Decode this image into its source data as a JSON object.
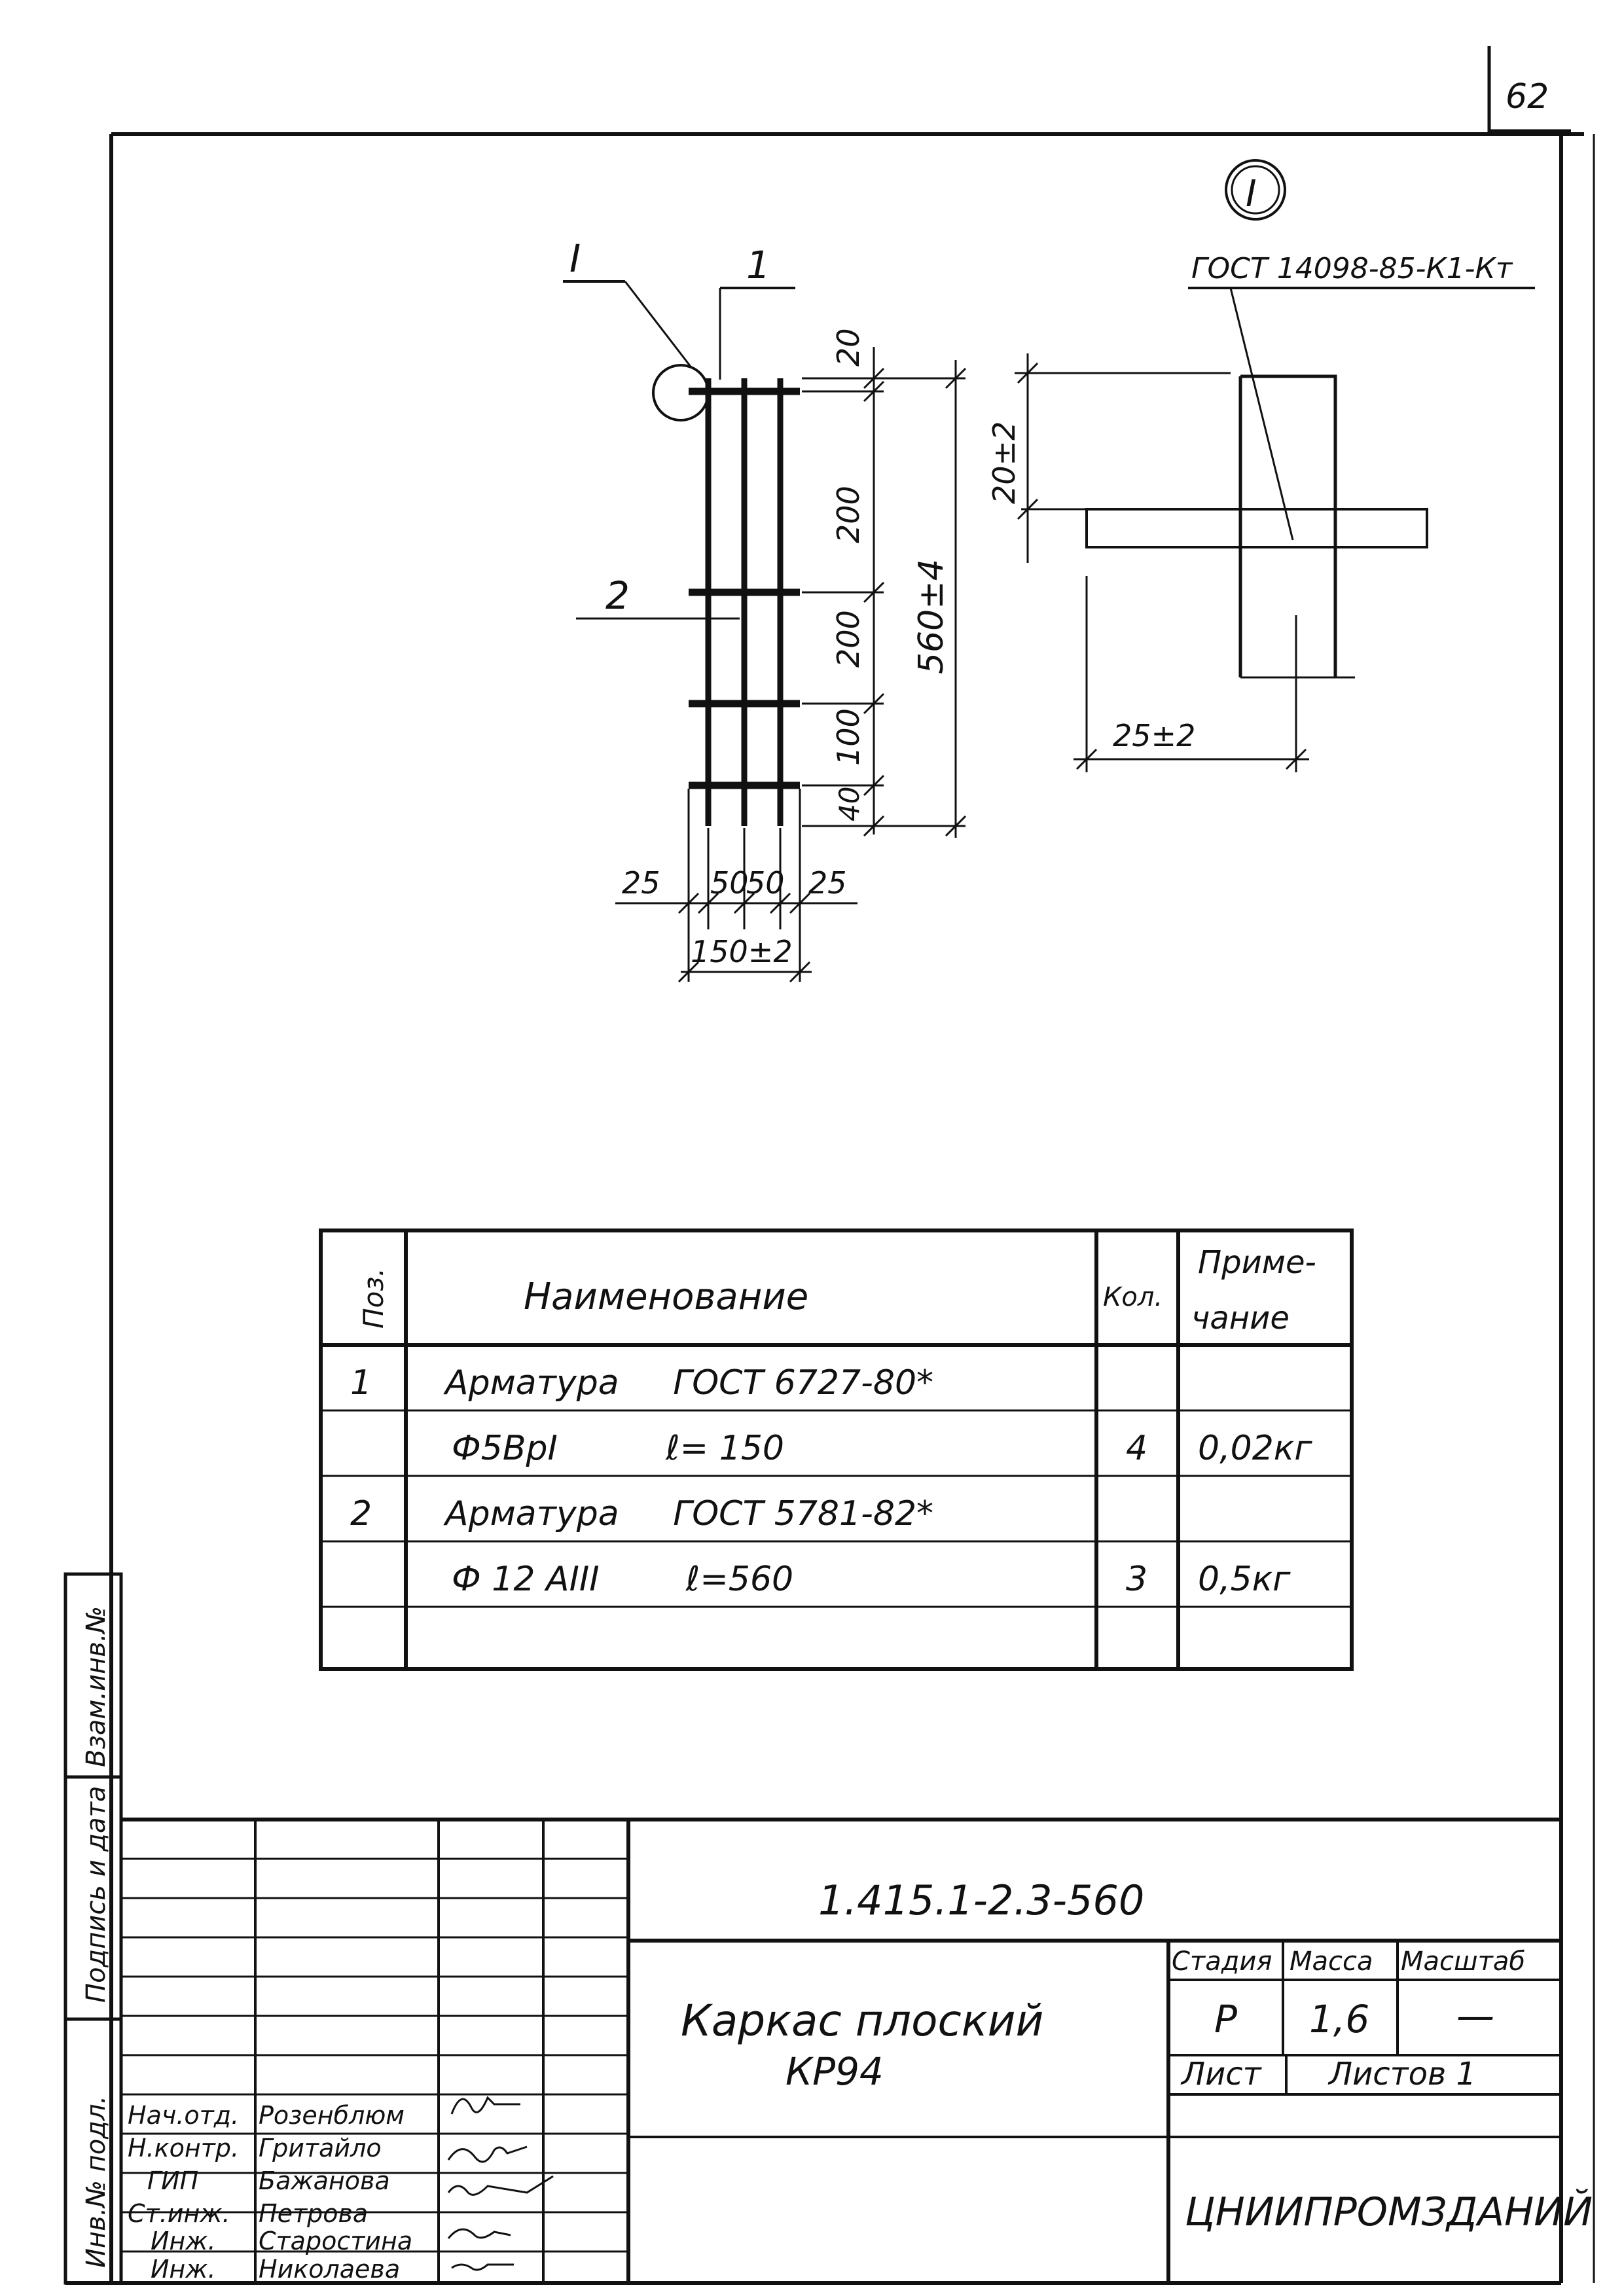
{
  "page_number": "62",
  "drawing": {
    "labels": {
      "detail_marker": "I",
      "detail_title": "I",
      "pos_1": "1",
      "pos_2": "2",
      "weld_standard": "ГОСТ 14098-85-К1-Кт"
    },
    "dimensions": {
      "d20": "20",
      "d200a": "200",
      "d200b": "200",
      "d100": "100",
      "d40": "40",
      "total_length": "560±4",
      "w25a": "25",
      "w50a": "50",
      "w50b": "50",
      "w25b": "25",
      "total_width": "150±2",
      "detail_height": "20±2",
      "detail_width": "25±2"
    }
  },
  "spec_table": {
    "headers": {
      "pos": "Поз.",
      "name": "Наименование",
      "qty": "Кол.",
      "note_line1": "Приме-",
      "note_line2": "чание"
    },
    "rows": [
      {
        "pos": "1",
        "name": "Арматура     ГОСТ 6727-80*",
        "qty": "",
        "note": ""
      },
      {
        "pos": "",
        "name": "Ф5ВрI          ℓ= 150",
        "qty": "4",
        "note": "0,02кг"
      },
      {
        "pos": "2",
        "name": "Арматура     ГОСТ 5781-82*",
        "qty": "",
        "note": ""
      },
      {
        "pos": "",
        "name": "Ф 12 АIII        ℓ=560",
        "qty": "3",
        "note": "0,5кг"
      }
    ]
  },
  "side_stamp": {
    "field_1": "Инв.№ подл.",
    "field_2": "Подпись и дата",
    "field_3": "Взам.инв.№"
  },
  "title_block": {
    "document_code": "1.415.1-2.3-560",
    "title_line1": "Каркас плоский",
    "title_line2": "КР94",
    "stage_label": "Стадия",
    "mass_label": "Масса",
    "scale_label": "Масштаб",
    "stage_value": "Р",
    "mass_value": "1,6",
    "scale_value": "—",
    "sheet_label": "Лист",
    "sheets_label": "Листов 1",
    "organization": "ЦНИИПРОМЗДАНИЙ",
    "staff": [
      {
        "role": "Нач.отд.",
        "name": "Розенблюм"
      },
      {
        "role": "Н.контр.",
        "name": "Гритайло"
      },
      {
        "role": "ГИП",
        "name": "Бажанова"
      },
      {
        "role": "Ст.инж.",
        "name": "Петрова"
      },
      {
        "role": "Инж.",
        "name": "Старостина"
      },
      {
        "role": "Инж.",
        "name": "Николаева"
      }
    ]
  }
}
